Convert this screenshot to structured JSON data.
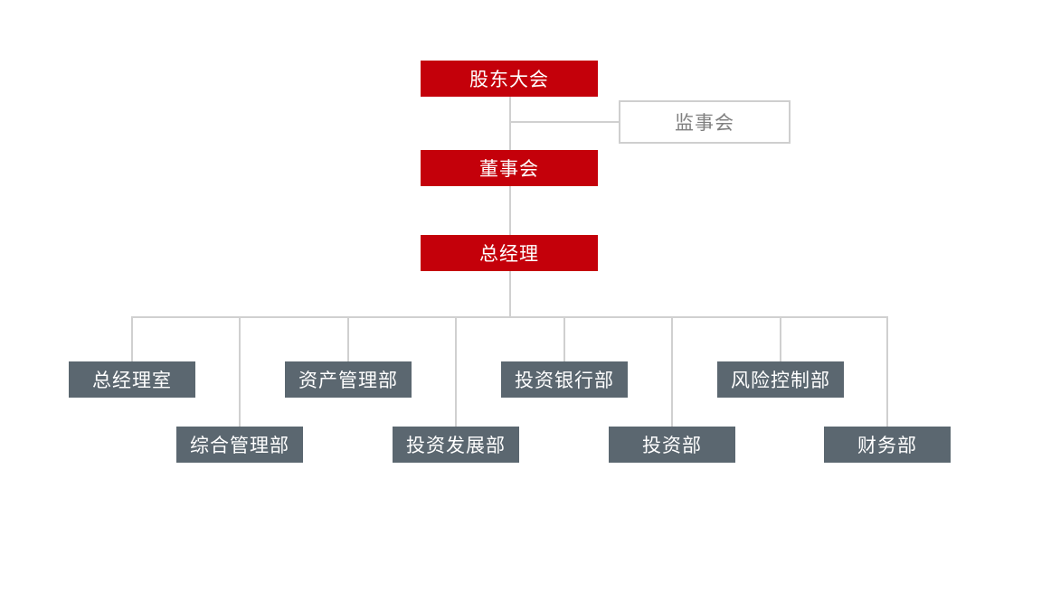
{
  "chart": {
    "shareholders": "股东大会",
    "supervisors": "监事会",
    "board": "董事会",
    "gm": "总经理",
    "departments": [
      "总经理室",
      "综合管理部",
      "资产管理部",
      "投资发展部",
      "投资银行部",
      "投资部",
      "风险控制部",
      "财务部"
    ]
  },
  "colors": {
    "exec": "#c4000a",
    "dept": "#5b6770",
    "connector": "#d0d0d0",
    "outline_border": "#cfcfcf",
    "outline_text": "#808080"
  }
}
